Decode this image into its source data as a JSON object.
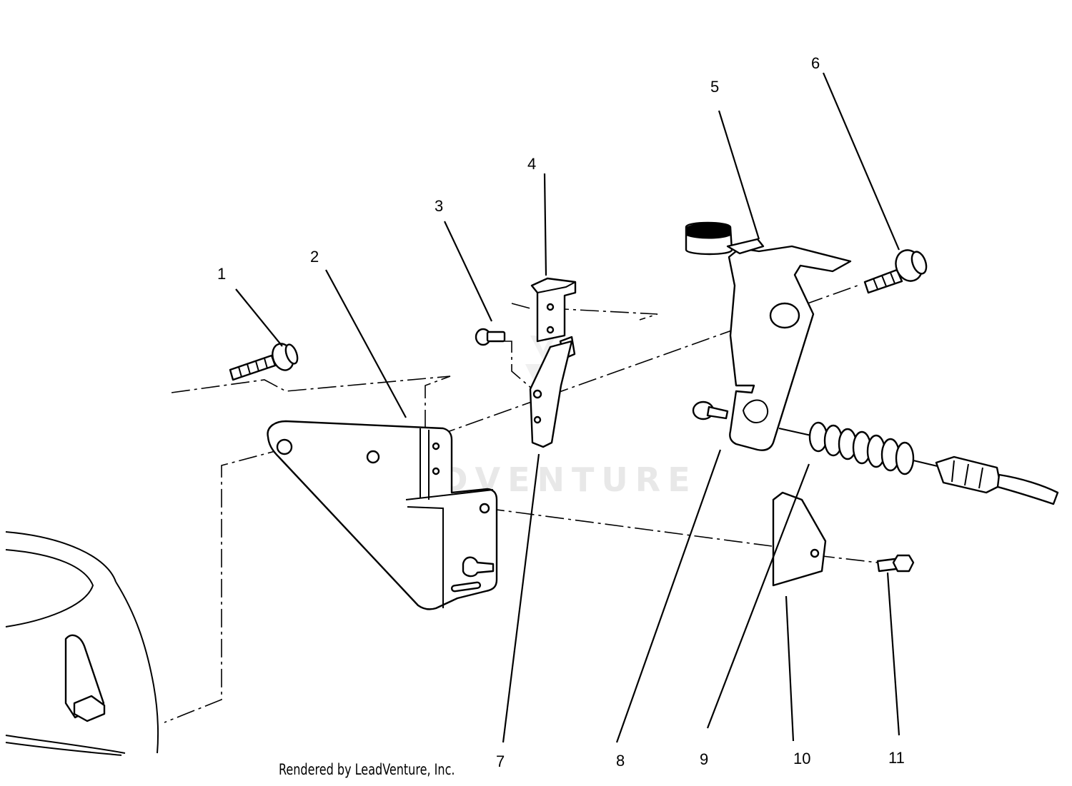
{
  "diagram": {
    "callouts": [
      {
        "id": "1",
        "label": "1"
      },
      {
        "id": "2",
        "label": "2"
      },
      {
        "id": "3",
        "label": "3"
      },
      {
        "id": "4",
        "label": "4"
      },
      {
        "id": "5",
        "label": "5"
      },
      {
        "id": "6",
        "label": "6"
      },
      {
        "id": "7",
        "label": "7"
      },
      {
        "id": "8",
        "label": "8"
      },
      {
        "id": "9",
        "label": "9"
      },
      {
        "id": "10",
        "label": "10"
      },
      {
        "id": "11",
        "label": "11"
      }
    ],
    "credit": "Rendered by LeadVenture, Inc.",
    "watermark": "LEADVENTURE"
  },
  "colors": {
    "line": "#000000",
    "background": "#ffffff",
    "watermark": "#e6e6e6"
  }
}
